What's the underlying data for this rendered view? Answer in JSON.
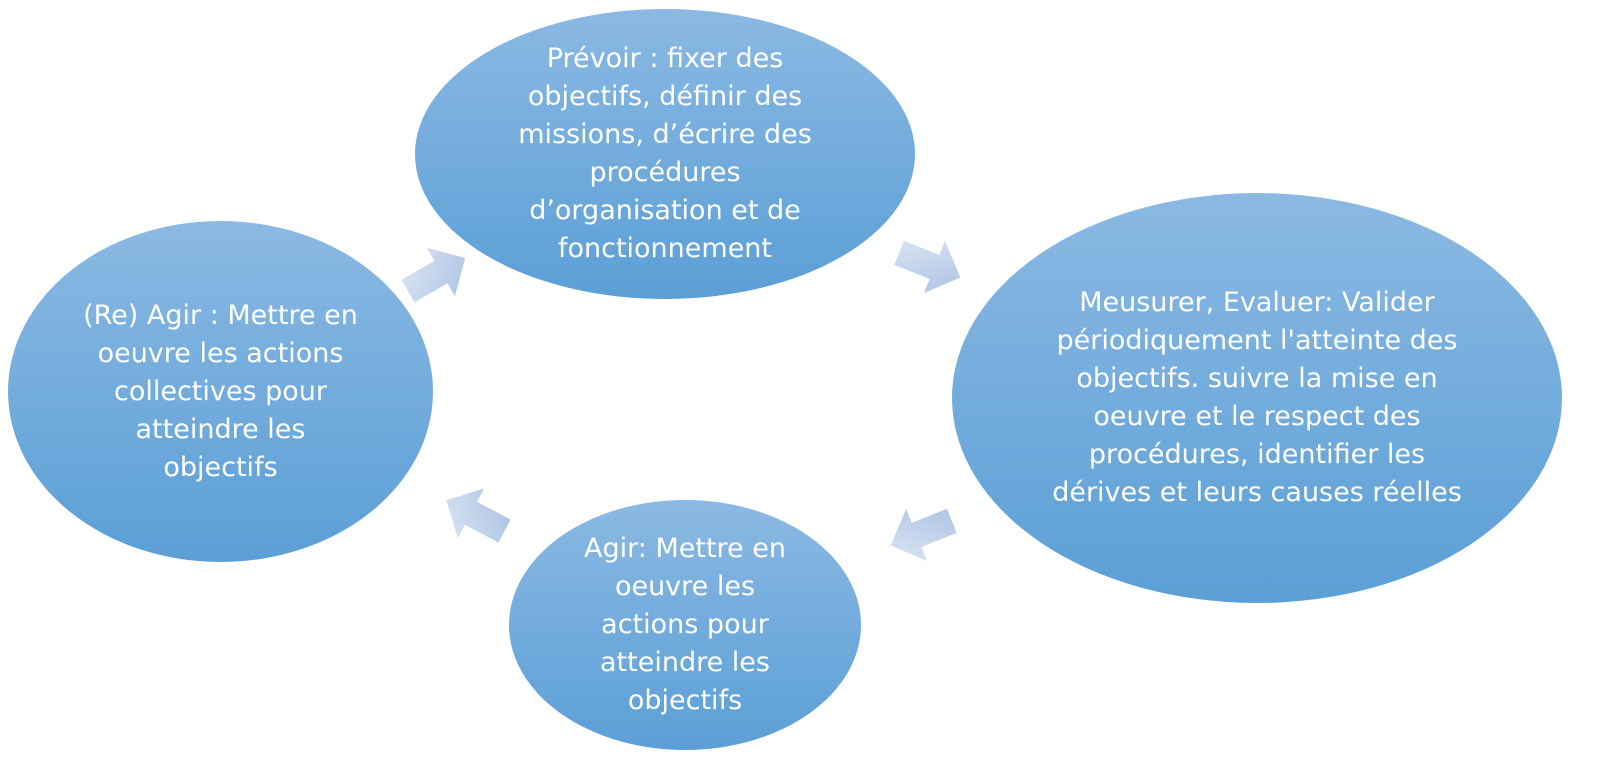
{
  "diagram": {
    "nodes": [
      {
        "id": "plan",
        "text": "Prévoir : fixer des objectifs, définir des missions, d’écrire des procédures d’organisation et de fonctionnement"
      },
      {
        "id": "measure",
        "text": "Meusurer, Evaluer: Valider périodiquement l'atteinte des objectifs. suivre la mise en oeuvre et le respect des procédures, identifier les dérives et leurs causes réelles"
      },
      {
        "id": "act",
        "text": "Agir: Mettre en oeuvre les actions pour atteindre les objectifs"
      },
      {
        "id": "react",
        "text": "(Re) Agir : Mettre en oeuvre les actions collectives pour atteindre les objectifs"
      }
    ],
    "colors": {
      "node_top": "#8bb9e3",
      "node_bottom": "#5b9fd6",
      "arrow_light": "#dde7f4",
      "arrow_dark": "#a9c0e2",
      "text": "#ffffff"
    }
  }
}
